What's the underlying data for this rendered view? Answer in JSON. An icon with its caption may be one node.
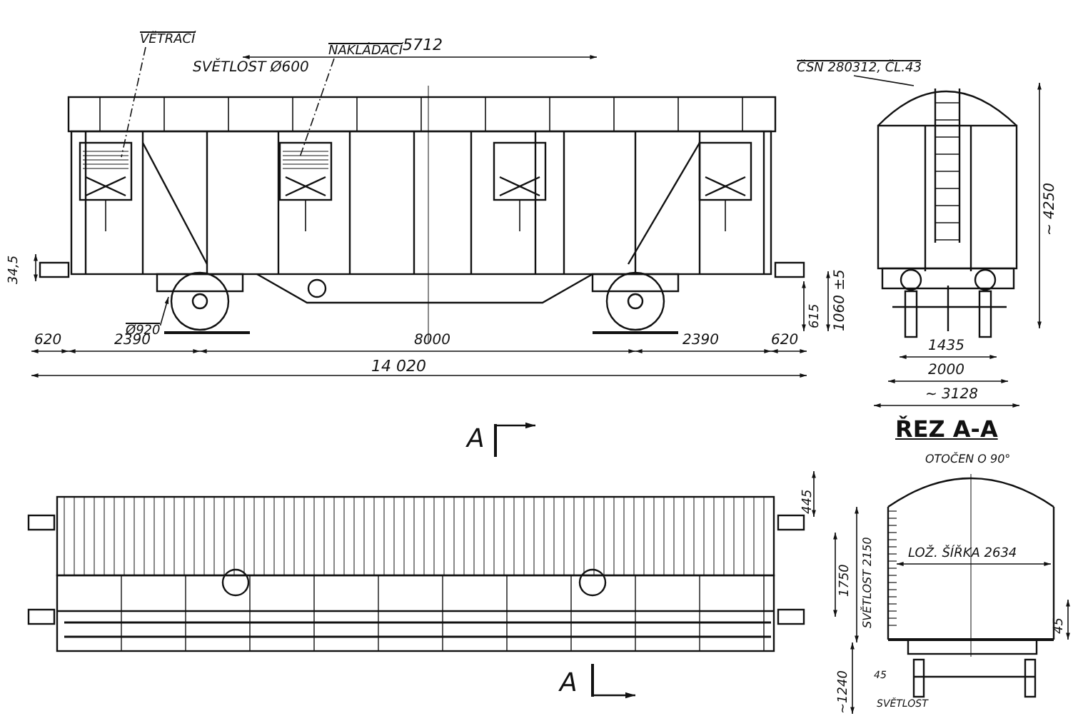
{
  "diagram": {
    "nodes": [
      {
        "text": [
          "VĚTRACÍ"
        ]
      },
      {
        "text": [
          "NAKLÁDACÍ"
        ]
      },
      {
        "text": [
          "ČSN 280312, ČL.43"
        ]
      },
      {
        "text": [
          "Ø920"
        ]
      }
    ],
    "edges": [
      {
        "from": 0,
        "to": null,
        "arrow": "none",
        "style": "dashed"
      },
      {
        "from": 1,
        "to": null,
        "arrow": "none",
        "style": "dashed"
      },
      {
        "from": 2,
        "to": null,
        "arrow": "none"
      },
      {
        "from": 3,
        "to": null,
        "arrow": "to"
      }
    ],
    "labels": [
      "SVĚTLOST Ø600",
      "5712",
      "34,5",
      "1060 ±5",
      "615",
      "620",
      "2390",
      "8000",
      "2390",
      "620",
      "14 020",
      "~ 4250",
      "1435",
      "2000",
      "~ 3128",
      "A",
      "ŘEZ A-A",
      "OTOČEN O 90°",
      "445",
      "SVĚTLOST 2150",
      "1750",
      "LOŽ. ŠÍŘKA 2634",
      "45",
      "45",
      "SVĚTLOST",
      "~1240",
      "A"
    ]
  }
}
